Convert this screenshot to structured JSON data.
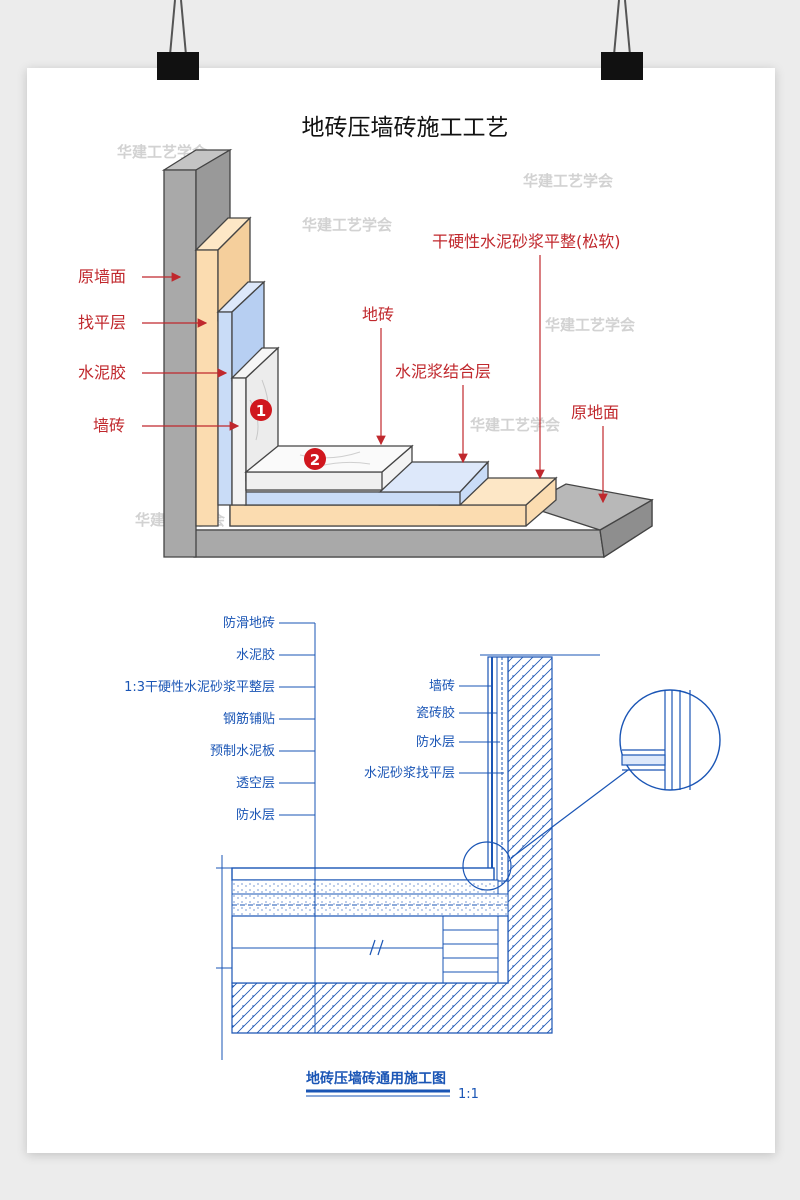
{
  "title": "地砖压墙砖施工工艺",
  "watermark": "华建工艺学会",
  "top_labels": {
    "wall_original": "原墙面",
    "leveling": "找平层",
    "cement_glue": "水泥胶",
    "wall_tile": "墙砖",
    "floor_tile": "地砖",
    "slurry_layer": "水泥浆结合层",
    "dry_mortar": "干硬性水泥砂浆平整(松软)",
    "floor_original": "原地面"
  },
  "markers": [
    "1",
    "2"
  ],
  "bottom_left_labels": [
    "防滑地砖",
    "水泥胶",
    "1:3干硬性水泥砂浆平整层",
    "钢筋铺贴",
    "预制水泥板",
    "透空层",
    "防水层"
  ],
  "bottom_right_labels": [
    "墙砖",
    "瓷砖胶",
    "防水层",
    "水泥砂浆找平层"
  ],
  "drawing_title": "地砖压墙砖通用施工图",
  "scale": "1:1",
  "colors": {
    "red": "#c0282d",
    "blue": "#1a55b5",
    "gray": "#a9a9a9",
    "orange": "#fbdcb0",
    "lightblue": "#c9dcf7"
  }
}
